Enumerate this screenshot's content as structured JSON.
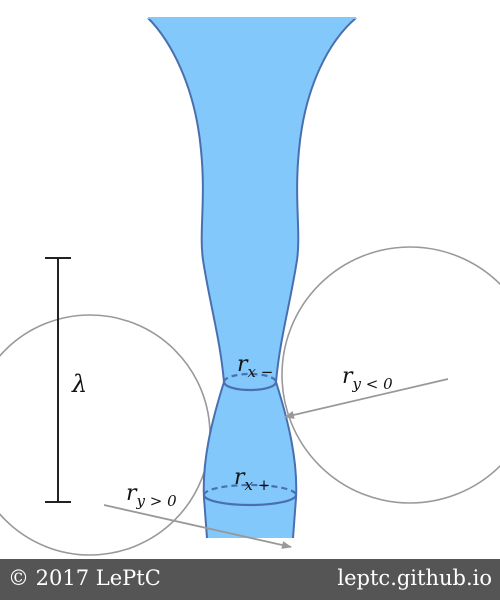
{
  "labels": {
    "lambda": "λ",
    "r_y_neg": {
      "base": "r",
      "sub": "y < 0"
    },
    "r_y_pos": {
      "base": "r",
      "sub": "y > 0"
    },
    "r_x_minus": {
      "base": "r",
      "sub": "x −"
    },
    "r_x_plus": {
      "base": "r",
      "sub": "x +"
    }
  },
  "footer": {
    "copyright": "© 2017 LePtC",
    "site": "leptc.github.io"
  },
  "colors": {
    "fluid_fill": "#82c8fb",
    "fluid_edge": "#4a6fb0",
    "circle_stroke": "#999999",
    "footer_bg": "#555555"
  }
}
